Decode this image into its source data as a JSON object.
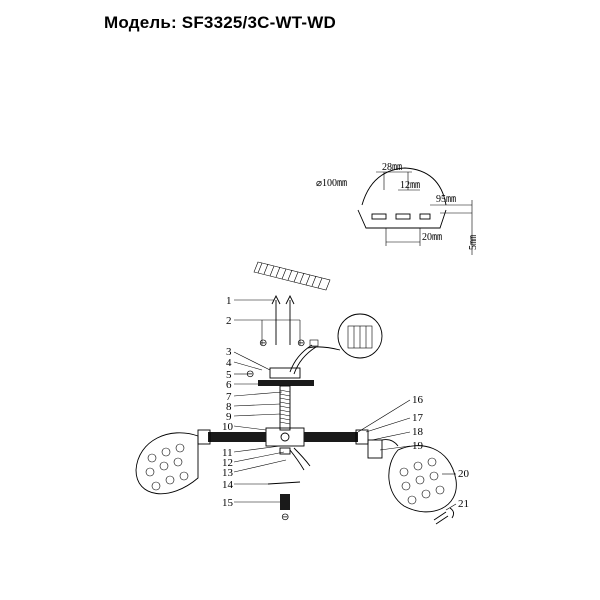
{
  "title": "Модель: SF3325/3C-WT-WD",
  "dimensions": {
    "d1": "28㎜",
    "d2": "⌀100㎜",
    "d3": "12㎜",
    "d4": "95㎜",
    "d5": "20㎜",
    "d6": "5㎜"
  },
  "part_numbers": {
    "left": [
      "1",
      "2",
      "3",
      "4",
      "5",
      "6",
      "7",
      "8",
      "9",
      "10",
      "11",
      "12",
      "13",
      "14",
      "15"
    ],
    "right": [
      "16",
      "17",
      "18",
      "19",
      "20",
      "21"
    ]
  },
  "colors": {
    "line": "#000000",
    "dark_bar": "#1a1a1a",
    "background": "#ffffff"
  }
}
